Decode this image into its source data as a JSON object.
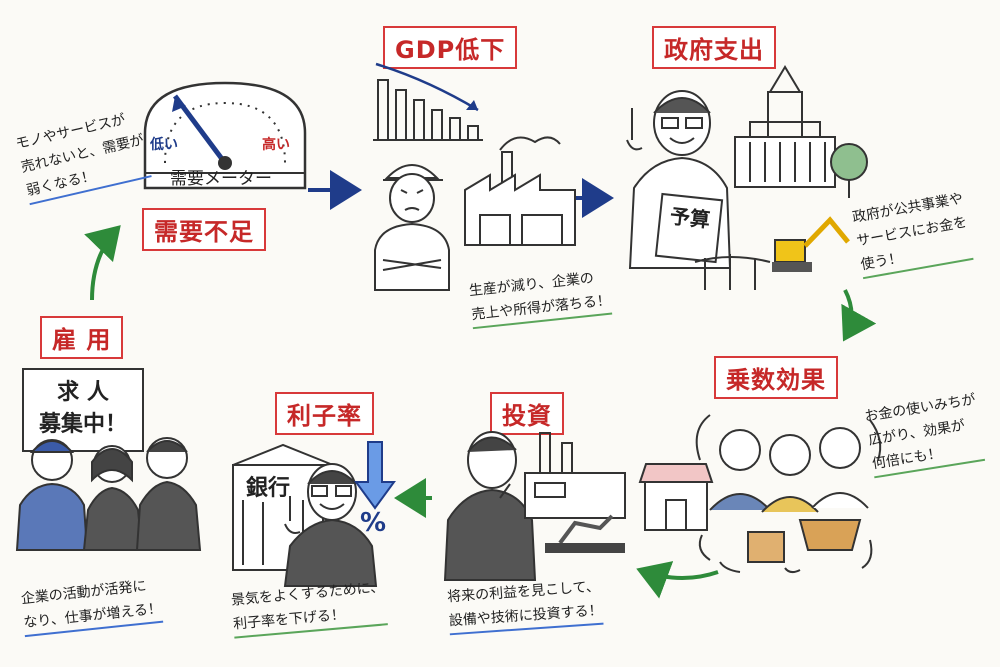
{
  "labels": {
    "demand_shortfall": "需要不足",
    "gdp_down": "GDP低下",
    "gov_spending": "政府支出",
    "multiplier": "乗数効果",
    "investment": "投資",
    "interest_rate": "利子率",
    "employment": "雇 用"
  },
  "meter": {
    "title": "需要メーター",
    "low": "低い",
    "high": "高い"
  },
  "notes": {
    "demand": "モノやサービスが\n売れないと、需要が\n弱くなる！",
    "gdp": "生産が減り、企業の\n売上や所得が落ちる！",
    "gov": "政府が公共事業や\nサービスにお金を\n使う！",
    "multiplier": "お金の使いみちが\n広がり、効果が\n何倍にも！",
    "investment": "将来の利益を見こして、\n設備や技術に投資する！",
    "interest": "景気をよくするために、\n利子率を下げる！",
    "employment": "企業の活動が活発に\nなり、仕事が増える！"
  },
  "signs": {
    "budget": "予算",
    "bank": "銀行",
    "percent": "%",
    "recruit_line1": "求 人",
    "recruit_line2": "募集中！"
  },
  "colors": {
    "label_red": "#d8393a",
    "arrow_navy": "#1f3c8a",
    "arrow_green": "#2e8b3a",
    "note_blue": "#3f6fd0",
    "note_green": "#5aa55a"
  }
}
